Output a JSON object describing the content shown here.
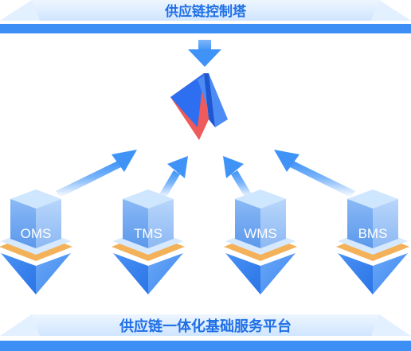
{
  "top_banner": {
    "title": "供应链控制塔"
  },
  "bottom_banner": {
    "title": "供应链一体化基础服务平台"
  },
  "systems": [
    {
      "label": "OMS"
    },
    {
      "label": "TMS"
    },
    {
      "label": "WMS"
    },
    {
      "label": "BMS"
    }
  ],
  "colors": {
    "banner_band": "#d8ecff",
    "banner_base": "#3d8ff5",
    "banner_text": "#1f6fe6",
    "arrow": "#3f93f7",
    "cube_front": "#6aa6f2",
    "cube_top": "#cfe6ff",
    "cube_side": "#9fc5f6",
    "tray_gold": "#f3b25a",
    "pyramid_blue": "#2f7fee",
    "logo_blue": "#2d6ff0",
    "logo_red": "#ef5a5a"
  }
}
